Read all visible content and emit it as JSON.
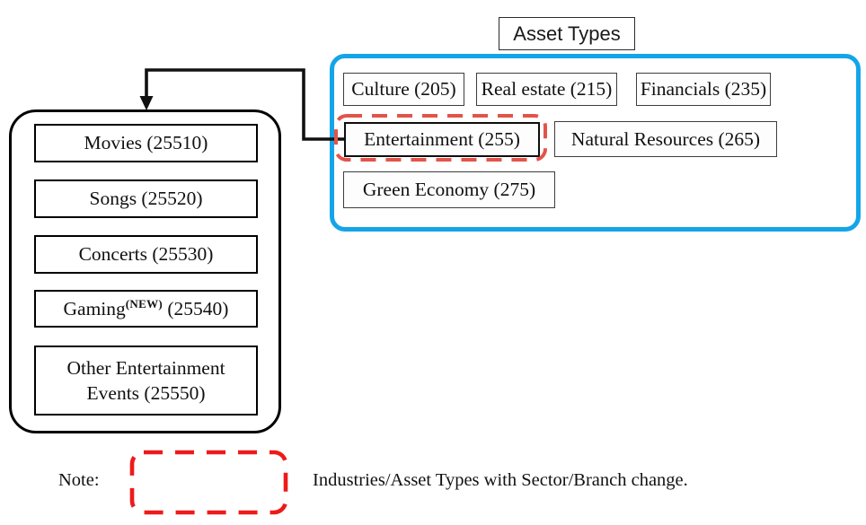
{
  "title": {
    "label": "Asset Types"
  },
  "asset_types": {
    "items": [
      {
        "label": "Culture (205)"
      },
      {
        "label": "Real estate (215)"
      },
      {
        "label": "Financials (235)"
      },
      {
        "label": "Entertainment (255)",
        "highlighted": true
      },
      {
        "label": "Natural Resources (265)"
      },
      {
        "label": "Green Economy (275)"
      }
    ]
  },
  "entertainment_branches": {
    "items": [
      {
        "label": "Movies (25510)"
      },
      {
        "label": "Songs (25520)"
      },
      {
        "label": "Concerts (25530)"
      },
      {
        "prefix": "Gaming",
        "superscript": "(NEW)",
        "suffix": " (25540)"
      },
      {
        "label": "Other Entertainment Events (25550)"
      }
    ]
  },
  "note": {
    "label": "Note:",
    "description": "Industries/Asset Types with Sector/Branch change."
  },
  "colors": {
    "blue_accent": "#14a5e8",
    "red_accent": "#e2544a",
    "note_red": "#ee1a1a"
  }
}
